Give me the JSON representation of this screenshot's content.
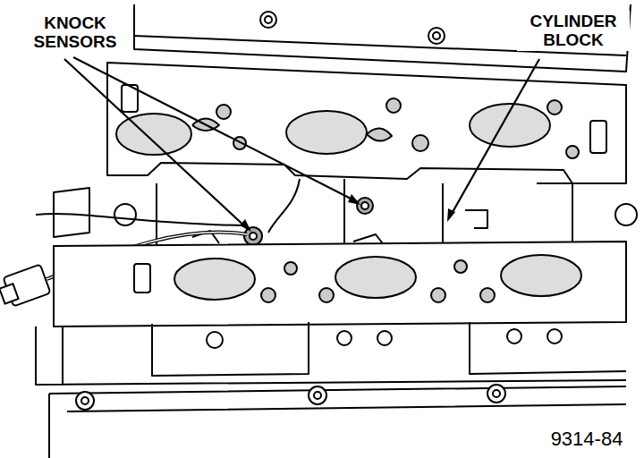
{
  "diagram": {
    "labels": [
      "KNOCK SENSORS",
      "CYLINDER BLOCK",
      "9314-84"
    ]
  }
}
